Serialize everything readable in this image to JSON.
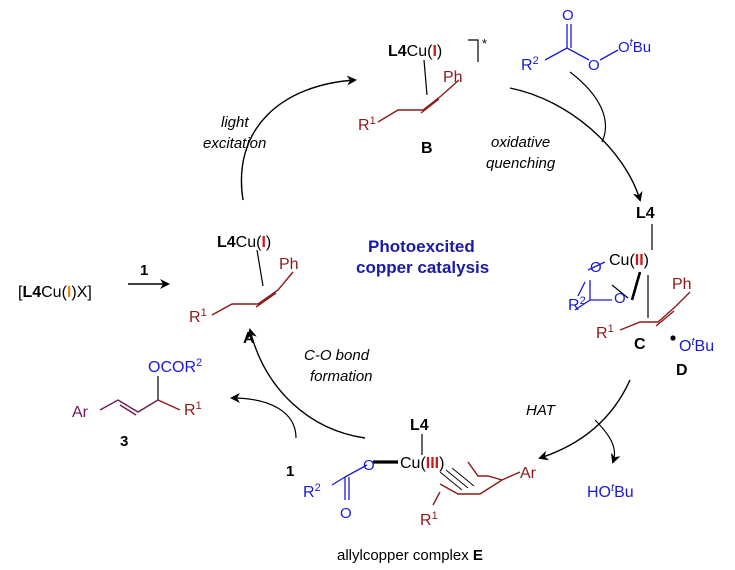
{
  "colors": {
    "red": "#cc1a1a",
    "orange": "#e08a1e",
    "blue": "#1a1ad6",
    "maroon": "#8b1a1a",
    "purple": "#6b1a5a",
    "navy": "#1a1aa6",
    "black": "#000000"
  },
  "center": {
    "line1": "Photoexcited",
    "line2": "copper catalysis"
  },
  "steps": {
    "light1": "light",
    "light2": "excitation",
    "ox1": "oxidative",
    "ox2": "quenching",
    "hat": "HAT",
    "co1": "C-O bond",
    "co2": "formation"
  },
  "labels": {
    "A": "A",
    "B": "B",
    "C": "C",
    "D": "D",
    "E_text": "allylcopper complex",
    "E": "E",
    "cmp1a": "1",
    "cmp1b": "1",
    "cmp3": "3"
  },
  "species": {
    "L4": "L4",
    "Cu": "Cu",
    "ox_I": "I",
    "ox_II": "II",
    "ox_III": "III",
    "X": "X",
    "Ph": "Ph",
    "R": "R",
    "sup1": "1",
    "sup2": "2",
    "star": "*",
    "t": "t",
    "Bu": "Bu",
    "O": "O",
    "Ar": "Ar",
    "OCOR": "OCOR",
    "HO": "HO"
  }
}
